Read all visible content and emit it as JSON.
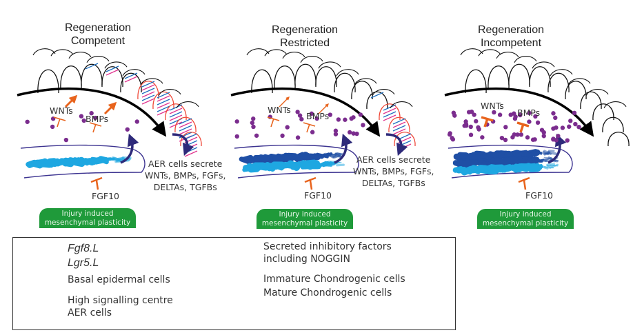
{
  "panels": [
    {
      "title_line1": "Regeneration",
      "title_line2": "Competent",
      "signals": {
        "wnts": "WNTs",
        "bmps": "BMPs",
        "fgf10": "FGF10"
      },
      "aer_text": [
        "AER cells secrete",
        "WNTs, BMPs, FGFs,",
        "DELTAs, TGFBs"
      ],
      "injury_box": [
        "Injury induced",
        "mesenchymal plasticity"
      ],
      "inhibitor_density": "low",
      "chondrogenic": "immature"
    },
    {
      "title_line1": "Regeneration",
      "title_line2": "Restricted",
      "signals": {
        "wnts": "WNTs",
        "bmps": "BMPs",
        "fgf10": "FGF10"
      },
      "aer_text": [
        "AER cells secrete",
        "WNTs, BMPs, FGFs,",
        "DELTAs, TGFBs"
      ],
      "injury_box": [
        "Injury induced",
        "mesenchymal plasticity"
      ],
      "inhibitor_density": "medium",
      "chondrogenic": "mixed"
    },
    {
      "title_line1": "Regeneration",
      "title_line2": "Incompetent",
      "signals": {
        "wnts": "WNTs",
        "bmps": "BMPs",
        "fgf10": "FGF10"
      },
      "injury_box": [
        "Injury induced",
        "mesenchymal plasticity"
      ],
      "inhibitor_density": "high",
      "chondrogenic": "mature"
    }
  ],
  "legend": {
    "items": [
      {
        "label": "Fgf8.L",
        "symbol": "magenta-line",
        "color": "#e0338f"
      },
      {
        "label": "Lgr5.L",
        "symbol": "blue-line",
        "color": "#1f6fbf"
      },
      {
        "label": "Basal epidermal cells",
        "symbol": "black-arch"
      },
      {
        "label_line1": "High signalling centre",
        "label_line2": "AER cells",
        "symbol": "red-arch"
      },
      {
        "label_line1": "Secreted inhibitory factors",
        "label_line2": "including NOGGIN",
        "symbol": "purple-dots"
      },
      {
        "label": "Immature Chondrogenic cells",
        "symbol": "light-blue-streak",
        "color": "#1ea7e1"
      },
      {
        "label": "Mature Chondrogenic cells",
        "symbol": "dark-blue-streak",
        "color": "#1f4fa5"
      }
    ]
  },
  "colors": {
    "fgf8": "#e0338f",
    "lgr5": "#1f6fbf",
    "aer_outline": "#ef4a3a",
    "inhibitor_dots": "#7b2d8e",
    "signal_orange": "#e8631c",
    "arrow_navy": "#2e2a7a",
    "immature": "#1ea7e1",
    "mature": "#1f4fa5",
    "injury_green": "#1f9a3a"
  }
}
